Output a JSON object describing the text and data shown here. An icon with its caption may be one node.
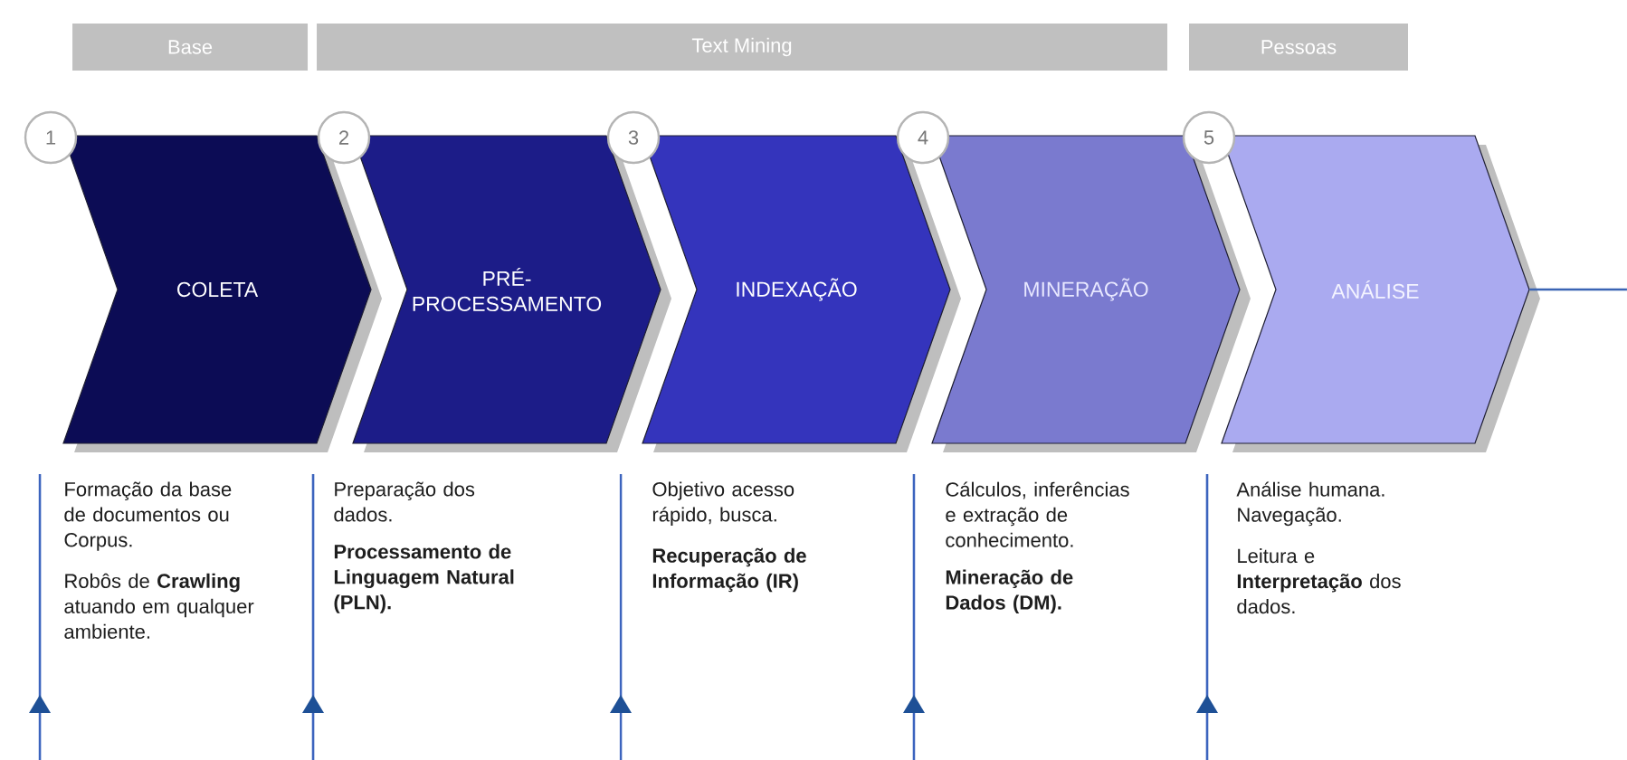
{
  "diagram": {
    "nodes": [
      {
        "text": [
          "Base"
        ]
      },
      {
        "text": [
          "Text Mining"
        ]
      },
      {
        "text": [
          "Pessoas"
        ]
      },
      {
        "text": [
          "1"
        ]
      },
      {
        "text": [
          "COLETA"
        ],
        "beside": [
          "Formação da base de documentos ou Corpus.",
          "Robôs de **Crawling** atuando em qualquer ambiente."
        ]
      },
      {
        "text": [
          "2"
        ]
      },
      {
        "text": [
          "PRÉ- PROCESSAMENTO"
        ],
        "beside": [
          "Preparação dos dados.",
          "**Processamento de Linguagem Natural (PLN).**"
        ]
      },
      {
        "text": [
          "3"
        ]
      },
      {
        "text": [
          "INDEXAÇÃO"
        ],
        "beside": [
          "Objetivo acesso rápido, busca.",
          "**Recuperação de Informação (IR)**"
        ]
      },
      {
        "text": [
          "4"
        ]
      },
      {
        "text": [
          "MINERAÇÃO"
        ],
        "beside": [
          "Cálculos, inferências e extração de conhecimento.",
          "**Mineração de Dados (DM).**"
        ]
      },
      {
        "text": [
          "5"
        ]
      },
      {
        "text": [
          "ANÁLISE"
        ],
        "beside": [
          "Análise humana. Navegação.",
          "Leitura e **Interpretação** dos dados."
        ]
      }
    ]
  }
}
